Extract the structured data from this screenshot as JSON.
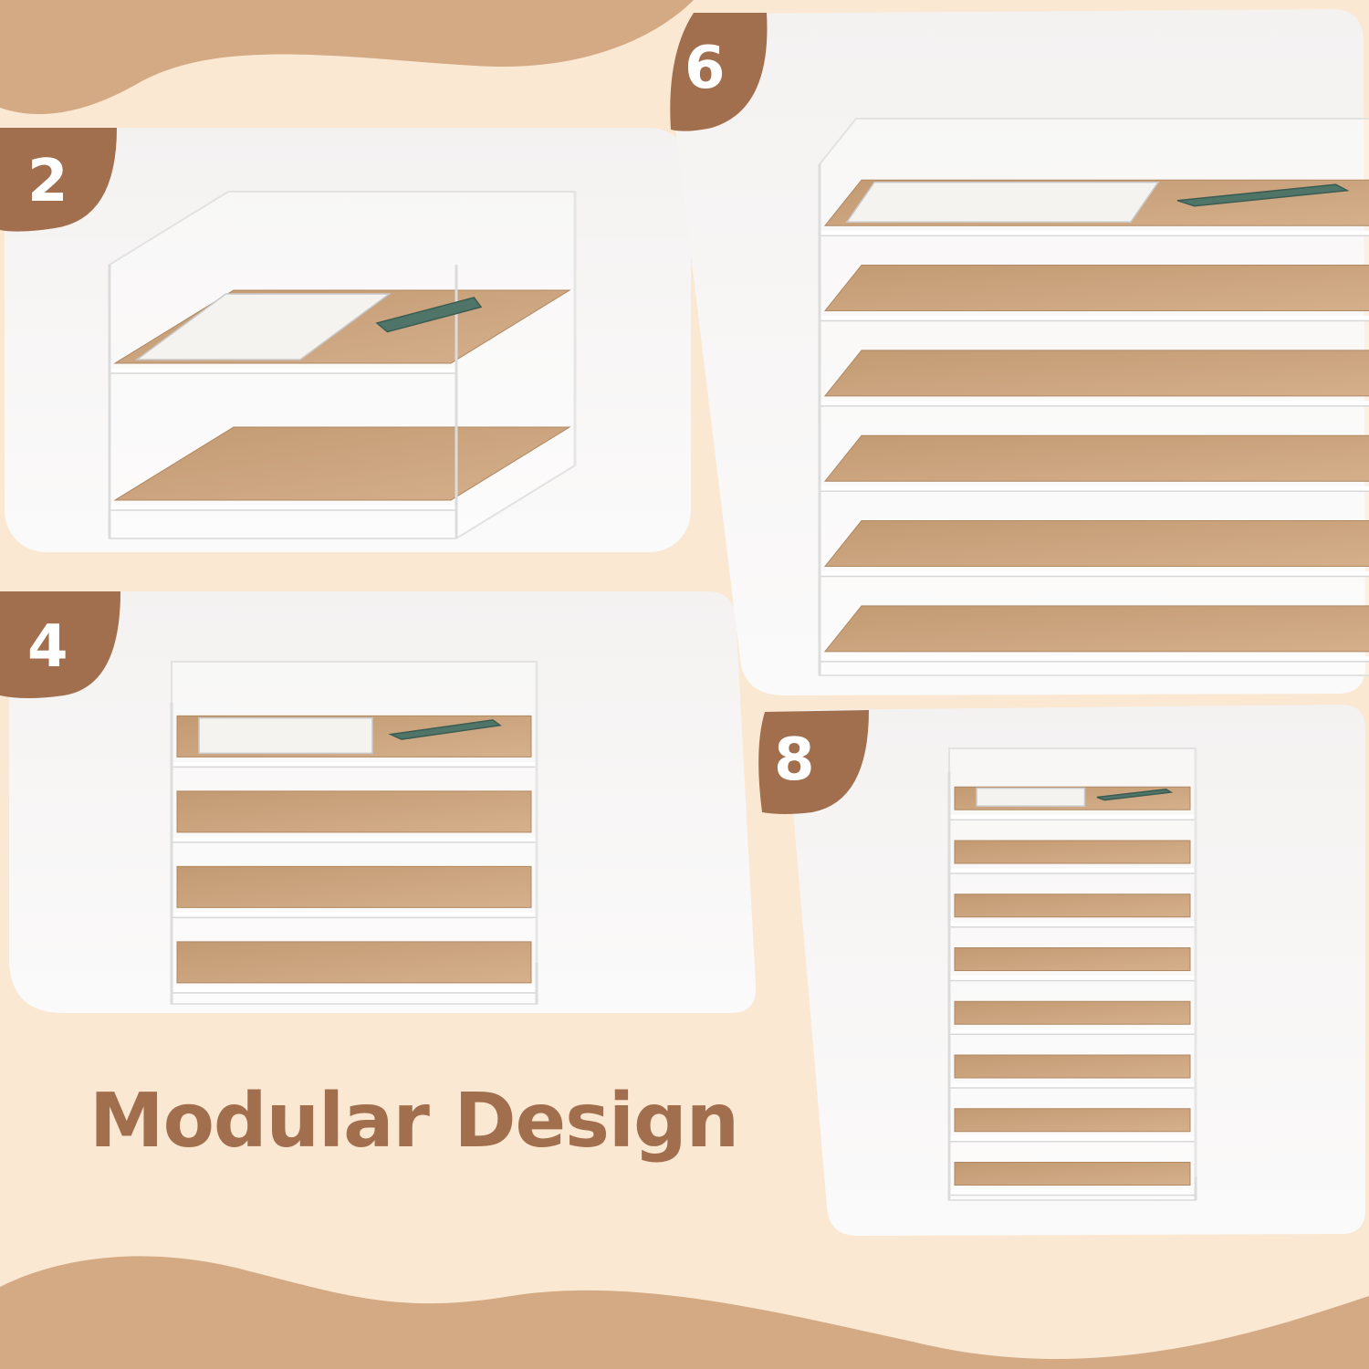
{
  "heading": "Modular Design",
  "panels": [
    {
      "label": "2",
      "tiers": 2
    },
    {
      "label": "4",
      "tiers": 4
    },
    {
      "label": "6",
      "tiers": 6
    },
    {
      "label": "8",
      "tiers": 8
    }
  ],
  "colors": {
    "background": "#fae8d2",
    "accent": "#a26f4e",
    "wave": "#d4aa85",
    "panel": "#f7f5f4",
    "kraft": "#c9a178",
    "stapler": "#4f7569",
    "acrylic": "#ffffff"
  }
}
